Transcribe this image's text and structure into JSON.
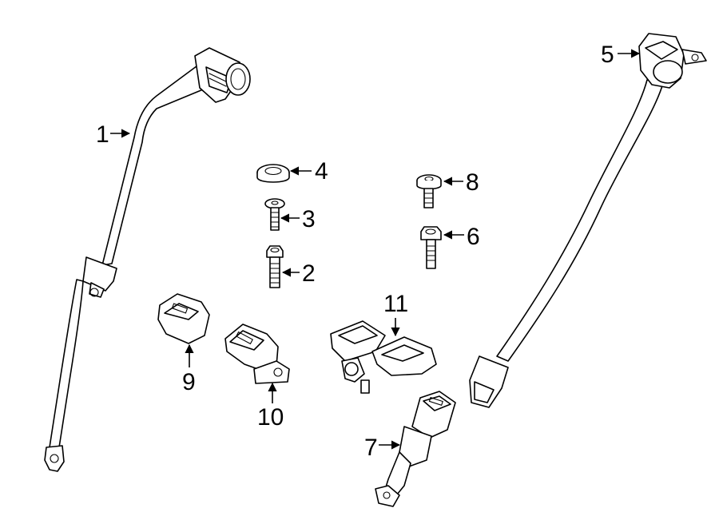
{
  "callouts": {
    "c1": "1",
    "c2": "2",
    "c3": "3",
    "c4": "4",
    "c5": "5",
    "c6": "6",
    "c7": "7",
    "c8": "8",
    "c9": "9",
    "c10": "10",
    "c11": "11"
  },
  "icons": {
    "belt_left": "seat-belt-assembly-icon",
    "belt_right": "seat-belt-retractor-icon",
    "bolt": "bolt-icon",
    "nut": "nut-icon",
    "buckle": "buckle-icon",
    "latch": "latch-plate-icon"
  }
}
